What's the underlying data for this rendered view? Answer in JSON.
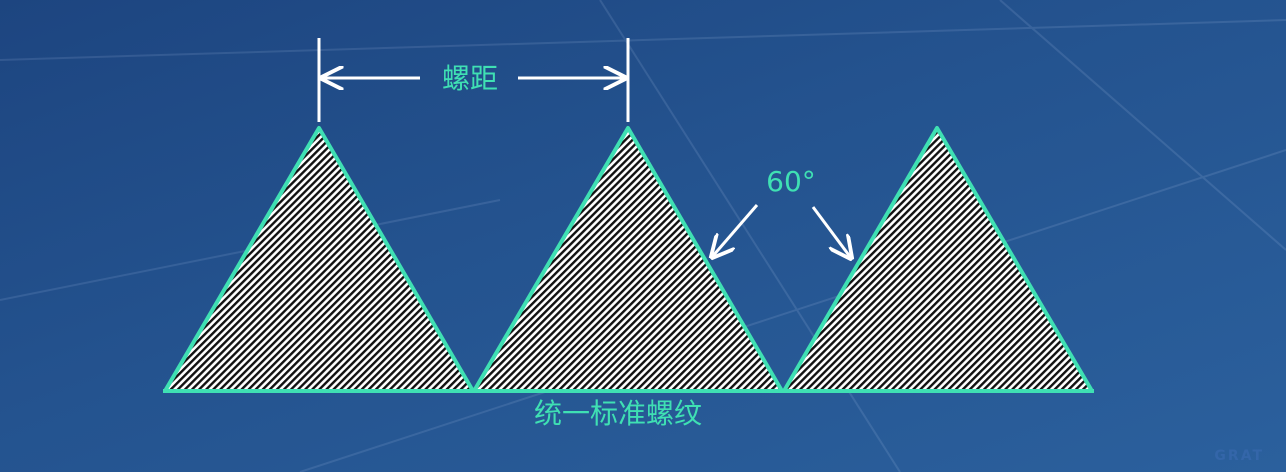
{
  "diagram": {
    "title": "统一标准螺纹",
    "pitch_label": "螺距",
    "angle_label": "60°",
    "thread_count": 3,
    "colors": {
      "outline": "#3fe0b3",
      "label": "#3fe0b3",
      "arrow": "#ffffff",
      "hatch": "#111111"
    }
  },
  "watermark": "GRAT"
}
